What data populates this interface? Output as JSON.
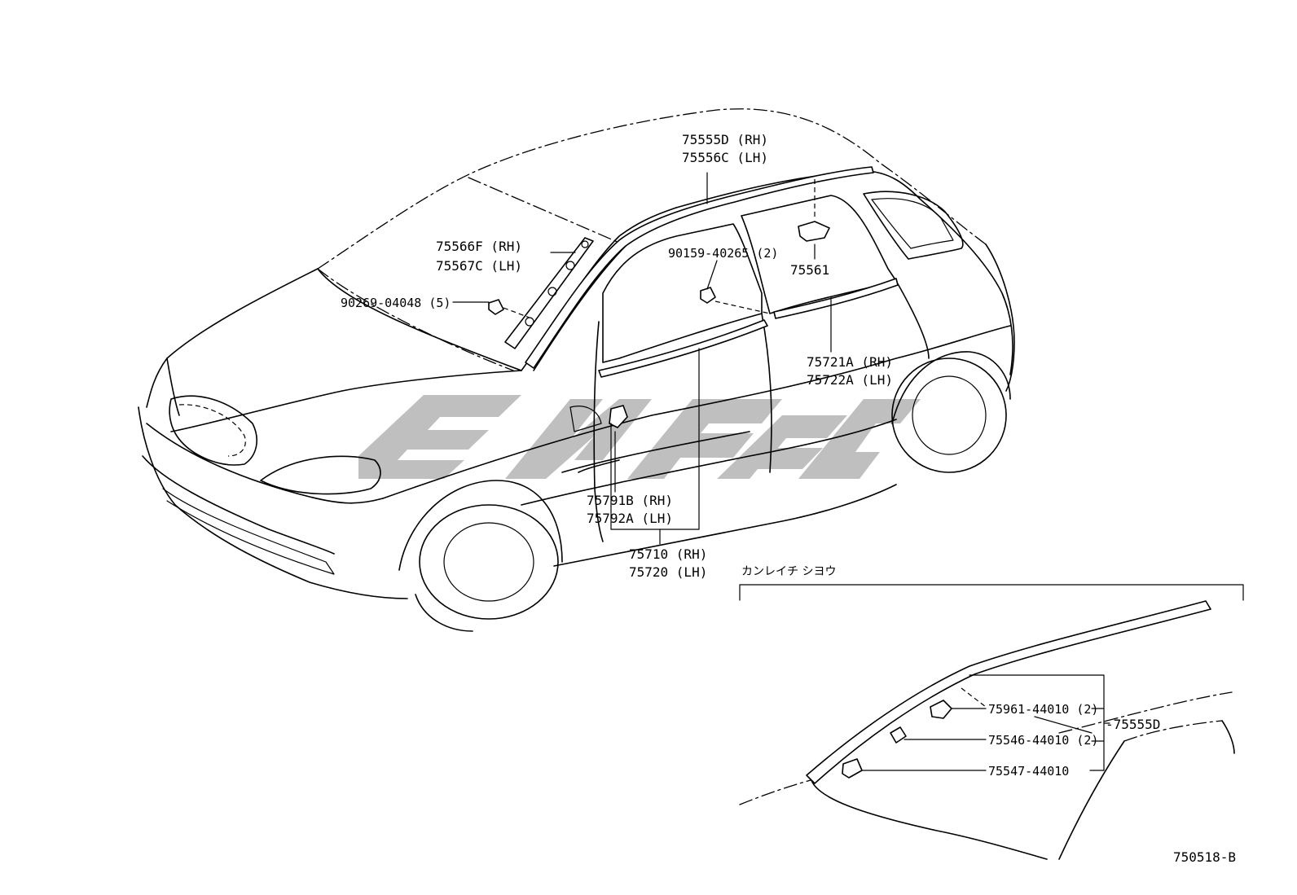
{
  "diagram": {
    "parts": {
      "roof_molding": {
        "rh": "75555D (RH)",
        "lh": "75556C (LH)"
      },
      "roof_clip": {
        "code": "75561"
      },
      "roof_screw": {
        "code": "90159-40265 (2)"
      },
      "windshield_retainer": {
        "rh": "75566F (RH)",
        "lh": "75567C (LH)"
      },
      "windshield_clip": {
        "code": "90269-04048 (5)"
      },
      "rear_belt_molding": {
        "rh": "75721A (RH)",
        "lh": "75722A (LH)"
      },
      "belt_clip": {
        "rh": "75791B (RH)",
        "lh": "75792A (LH)"
      },
      "front_belt_molding": {
        "rh": "75710 (RH)",
        "lh": "75720 (LH)"
      }
    },
    "detail": {
      "title": "カンレイチ シヨウ",
      "assembly": "-75555D",
      "items": [
        {
          "code": "75961-44010 (2)"
        },
        {
          "code": "75546-44010 (2)"
        },
        {
          "code": "75547-44010"
        }
      ]
    },
    "figure_code": "750518-B",
    "watermark": "emex"
  }
}
